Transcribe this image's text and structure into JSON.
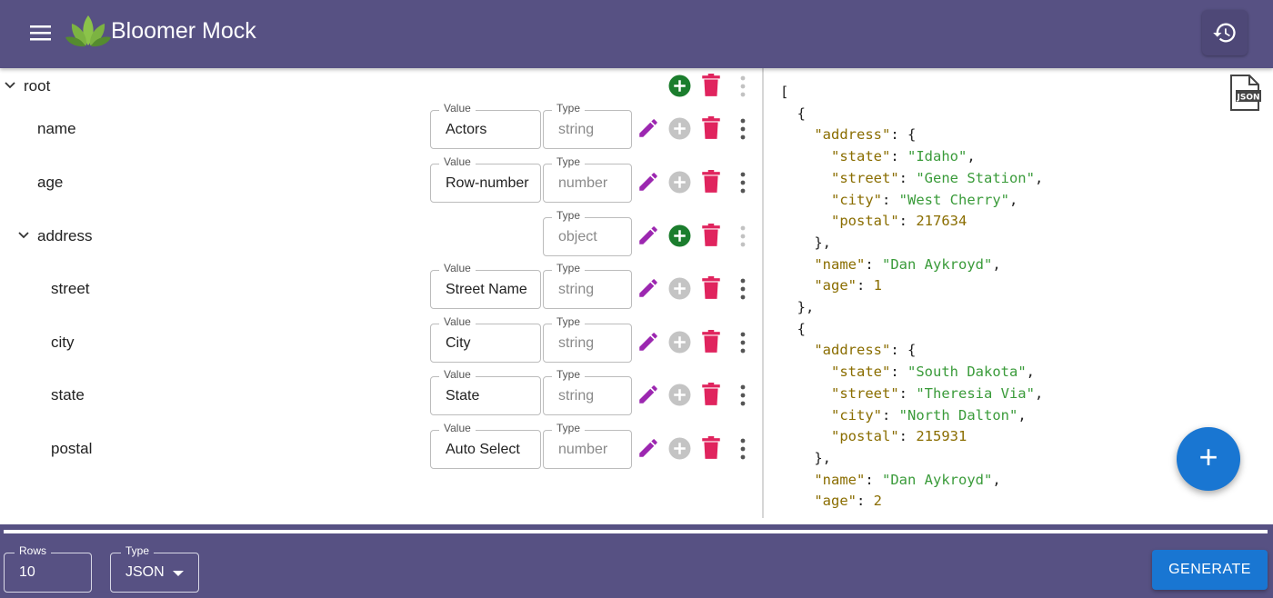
{
  "app": {
    "title": "Bloomer Mock"
  },
  "colors": {
    "appbar": "#575183",
    "add": "#1b7d2d",
    "delete": "#e0245e",
    "edit": "#9c27b0",
    "primary": "#1976d2"
  },
  "labels": {
    "value": "Value",
    "type": "Type"
  },
  "tree": {
    "root": {
      "label": "root"
    },
    "rows": [
      {
        "label": "name",
        "value": "Actors",
        "type": "string"
      },
      {
        "label": "age",
        "value": "Row-number",
        "type": "number"
      },
      {
        "label": "address",
        "type": "object"
      },
      {
        "label": "street",
        "value": "Street Name",
        "type": "string"
      },
      {
        "label": "city",
        "value": "City",
        "type": "string"
      },
      {
        "label": "state",
        "value": "State",
        "type": "string"
      },
      {
        "label": "postal",
        "value": "Auto Select",
        "type": "number"
      }
    ]
  },
  "json_preview": {
    "lines": [
      [
        "[",
        "",
        "",
        ""
      ],
      [
        "  {",
        "",
        "",
        ""
      ],
      [
        "    ",
        "\"address\"",
        ": {",
        ""
      ],
      [
        "      ",
        "\"state\"",
        ": ",
        "\"Idaho\","
      ],
      [
        "      ",
        "\"street\"",
        ": ",
        "\"Gene Station\","
      ],
      [
        "      ",
        "\"city\"",
        ": ",
        "\"West Cherry\","
      ],
      [
        "      ",
        "\"postal\"",
        ": ",
        "217634"
      ],
      [
        "    },",
        "",
        "",
        ""
      ],
      [
        "    ",
        "\"name\"",
        ": ",
        "\"Dan Aykroyd\","
      ],
      [
        "    ",
        "\"age\"",
        ": ",
        "1"
      ],
      [
        "  },",
        "",
        "",
        ""
      ],
      [
        "  {",
        "",
        "",
        ""
      ],
      [
        "    ",
        "\"address\"",
        ": {",
        ""
      ],
      [
        "      ",
        "\"state\"",
        ": ",
        "\"South Dakota\","
      ],
      [
        "      ",
        "\"street\"",
        ": ",
        "\"Theresia Via\","
      ],
      [
        "      ",
        "\"city\"",
        ": ",
        "\"North Dalton\","
      ],
      [
        "      ",
        "\"postal\"",
        ": ",
        "215931"
      ],
      [
        "    },",
        "",
        "",
        ""
      ],
      [
        "    ",
        "\"name\"",
        ": ",
        "\"Dan Aykroyd\","
      ],
      [
        "    ",
        "\"age\"",
        ": ",
        "2"
      ]
    ]
  },
  "footer": {
    "rows_label": "Rows",
    "rows_value": "10",
    "type_label": "Type",
    "type_value": "JSON",
    "generate_label": "GENERATE"
  },
  "fab": {
    "label": "+"
  }
}
